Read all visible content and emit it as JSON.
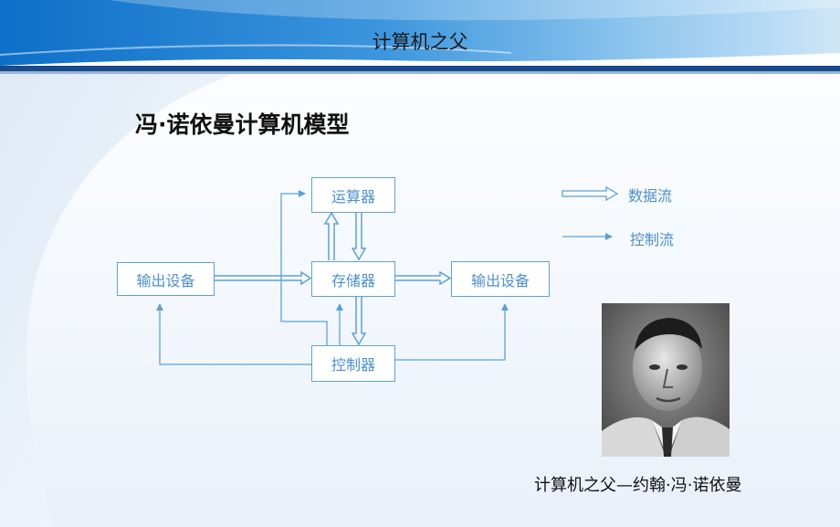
{
  "slide": {
    "title": "计算机之父"
  },
  "section": {
    "title": "冯·诺依曼计算机模型"
  },
  "diagram": {
    "nodes": {
      "input": "输出设备",
      "alu": "运算器",
      "memory": "存储器",
      "output": "输出设备",
      "control": "控制器"
    },
    "legend": {
      "data_flow": "数据流",
      "control_flow": "控制流"
    }
  },
  "photo": {
    "caption": "计算机之父—约翰·冯·诺依曼"
  },
  "colors": {
    "header_blue": "#1f7fd0",
    "header_rule": "#1a4a8a",
    "diagram_blue": "#5aa2d8"
  }
}
